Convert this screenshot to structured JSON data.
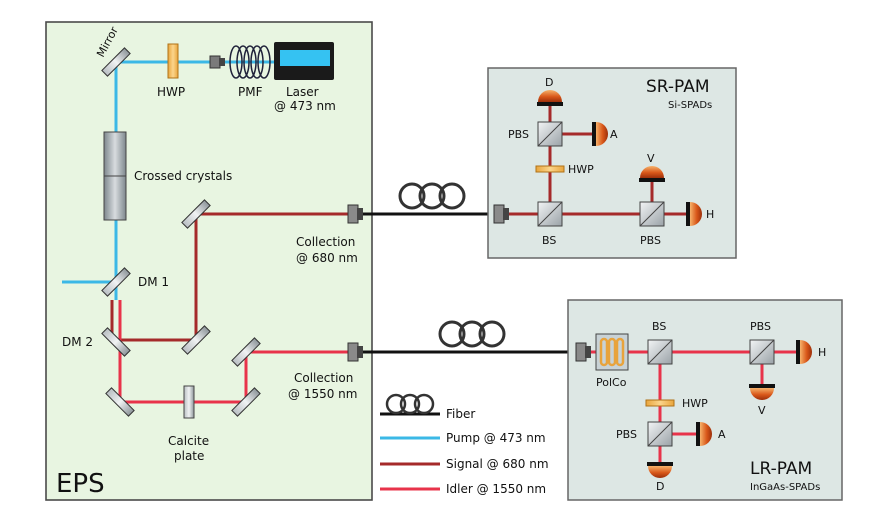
{
  "eps": {
    "title": "EPS",
    "labels": {
      "mirror": "Mirror",
      "hwp": "HWP",
      "pmf": "PMF",
      "laser_line1": "Laser",
      "laser_line2": "@ 473 nm",
      "crossed_crystals": "Crossed crystals",
      "dm1": "DM 1",
      "dm2": "DM 2",
      "calcite_line1": "Calcite",
      "calcite_line2": "plate",
      "collection680_line1": "Collection",
      "collection680_line2": "@ 680 nm",
      "collection1550_line1": "Collection",
      "collection1550_line2": "@ 1550 nm"
    }
  },
  "sr_pam": {
    "title": "SR-PAM",
    "subtitle": "Si-SPADs",
    "labels": {
      "d": "D",
      "a": "A",
      "v": "V",
      "h": "H",
      "pbs_upper": "PBS",
      "hwp": "HWP",
      "bs": "BS",
      "pbs_lower": "PBS"
    }
  },
  "lr_pam": {
    "title": "LR-PAM",
    "subtitle": "InGaAs-SPADs",
    "labels": {
      "polco": "PolCo",
      "bs": "BS",
      "pbs_right": "PBS",
      "h": "H",
      "v": "V",
      "hwp": "HWP",
      "pbs_lower": "PBS",
      "a": "A",
      "d": "D"
    }
  },
  "legend": {
    "fiber": "Fiber",
    "pump": "Pump @ 473 nm",
    "signal": "Signal @ 680 nm",
    "idler": "Idler @ 1550 nm"
  },
  "colors": {
    "eps_fill": "#e8f5e1",
    "pam_fill": "#dde7e4",
    "pump": "#3bb8e6",
    "signal": "#a52a2a",
    "idler": "#e8334a",
    "fiber": "#111111"
  }
}
